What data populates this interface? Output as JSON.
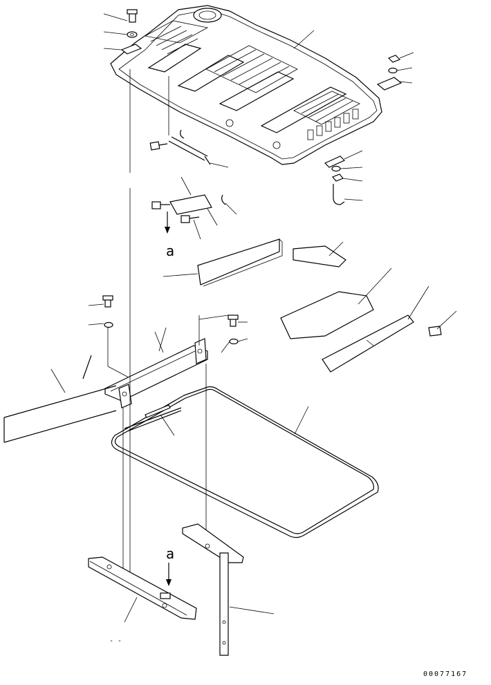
{
  "diagram": {
    "view_letter_top": "a",
    "view_letter_bottom": "a",
    "drawing_number": "00077167",
    "cut_mark": "- -"
  }
}
